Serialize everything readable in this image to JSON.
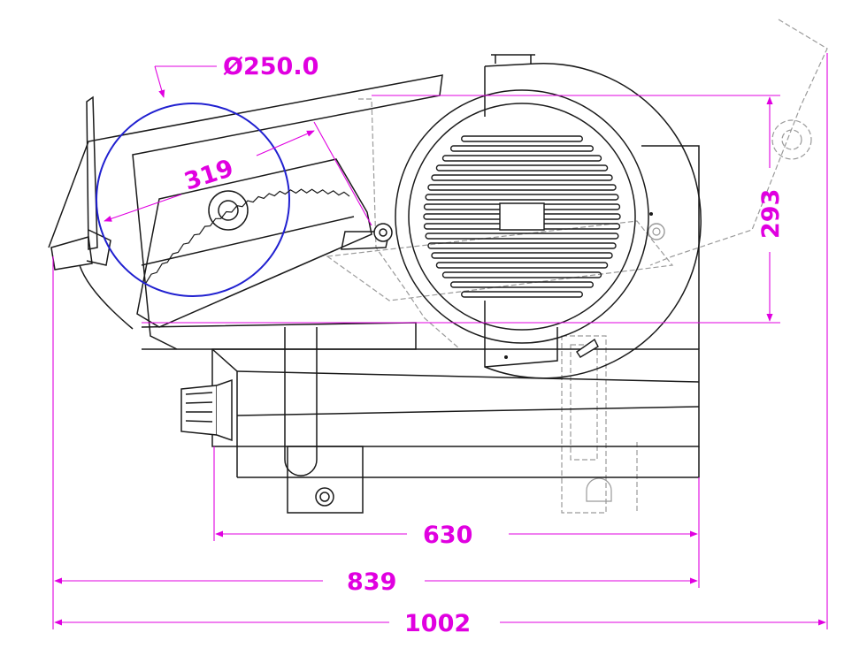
{
  "dimensions": {
    "blade_diameter": "Ø250.0",
    "cut_width": "319",
    "cut_height": "293",
    "base_length": "630",
    "overall_length": "839",
    "max_length": "1002"
  },
  "colors": {
    "dimension": "#e000e0",
    "outline": "#1a1a1a",
    "hidden": "#9a9a9a",
    "blade_circle": "#2020d0",
    "background": "#ffffff"
  }
}
